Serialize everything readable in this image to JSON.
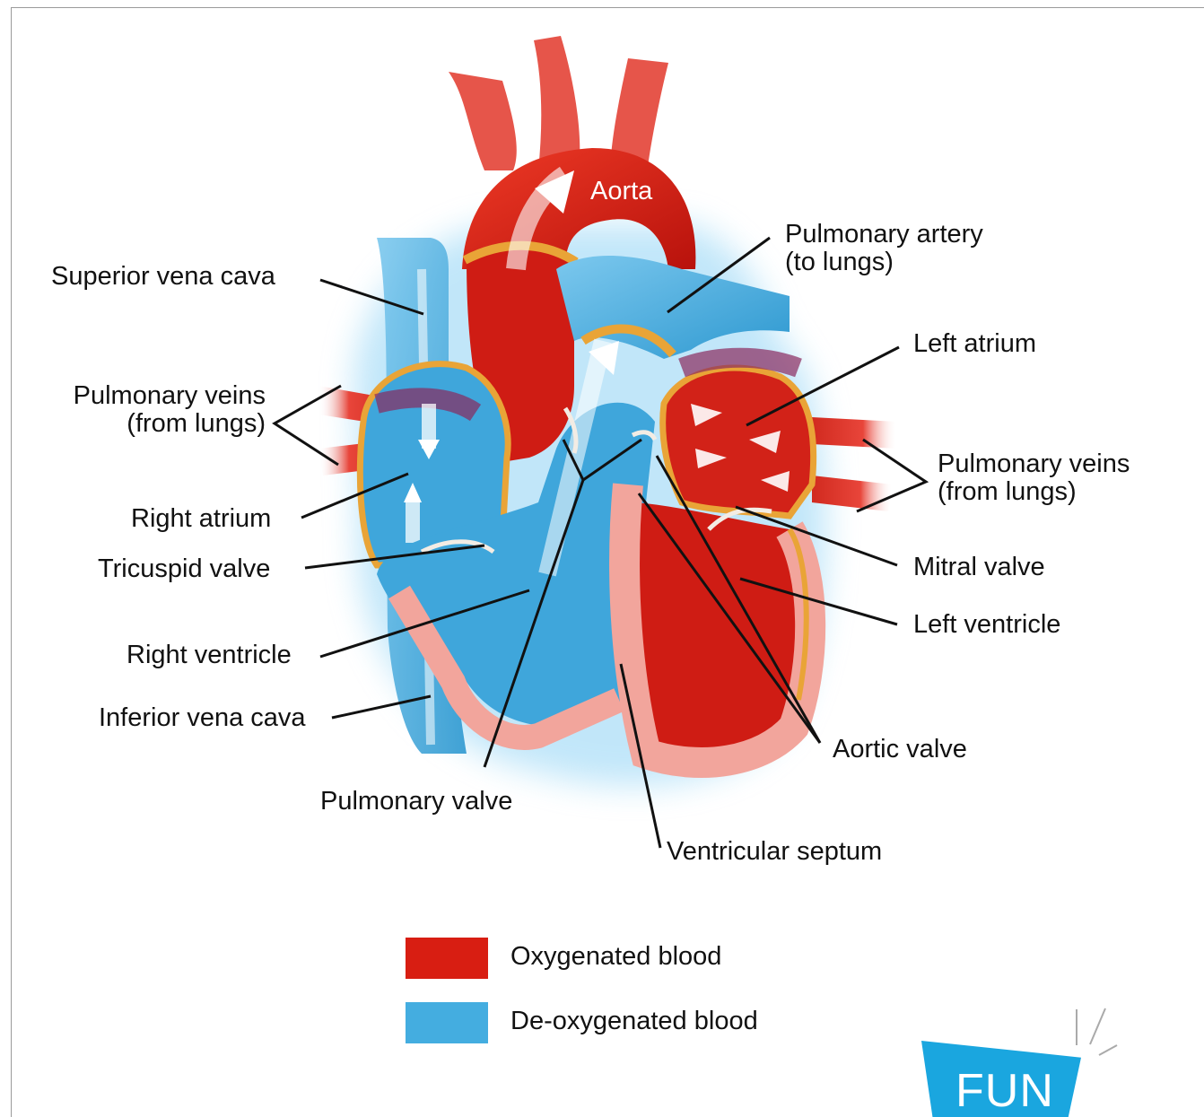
{
  "diagram": {
    "aorta": "Aorta",
    "labels": {
      "superior_vena_cava": "Superior vena cava",
      "pulmonary_artery_line1": "Pulmonary artery",
      "pulmonary_artery_line2": "(to lungs)",
      "left_atrium": "Left atrium",
      "pulmonary_veins_left_line1": "Pulmonary veins",
      "pulmonary_veins_left_line2": "(from lungs)",
      "pulmonary_veins_right_line1": "Pulmonary veins",
      "pulmonary_veins_right_line2": "(from lungs)",
      "right_atrium": "Right atrium",
      "tricuspid_valve": "Tricuspid valve",
      "mitral_valve": "Mitral valve",
      "left_ventricle": "Left ventricle",
      "right_ventricle": "Right ventricle",
      "inferior_vena_cava": "Inferior vena cava",
      "aortic_valve": "Aortic valve",
      "pulmonary_valve": "Pulmonary valve",
      "ventricular_septum": "Ventricular septum"
    }
  },
  "legend": [
    {
      "label": "Oxygenated blood",
      "color": "#d81e12"
    },
    {
      "label": "De-oxygenated blood",
      "color": "#44ade0"
    }
  ],
  "badge": {
    "text": "FUN",
    "color": "#1aa6df"
  },
  "colors": {
    "oxygenated": "#d81e12",
    "deoxygenated": "#44ade0",
    "muscle": "#f2a59c",
    "rim": "#e9a437"
  }
}
